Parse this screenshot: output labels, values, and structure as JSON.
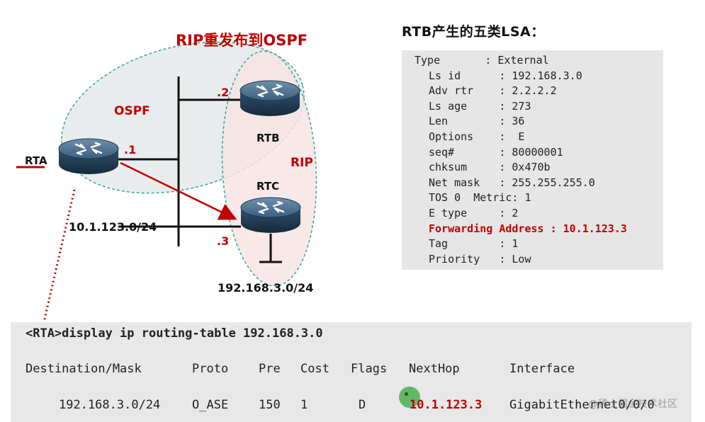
{
  "diagram": {
    "title": "RIP重发布到OSPF",
    "ospf_label": "OSPF",
    "rip_label": "RIP",
    "routers": {
      "rta": "RTA",
      "rtb": "RTB",
      "rtc": "RTC"
    },
    "interfaces": {
      "rta": ".1",
      "rtb": ".2",
      "rtc": ".3"
    },
    "networks": {
      "shared": "10.1.123.0/24",
      "rip_network": "192.168.3.0/24"
    },
    "colors": {
      "accent_red": "#c00000",
      "ospf_area_fill": "#e9ecec",
      "rip_area_fill": "#f7e4e4",
      "area_border": "#3aa69a",
      "router_body": "#2c4f6b"
    }
  },
  "lsa": {
    "title": "RTB产生的五类LSA：",
    "rows": [
      {
        "text": "Type       : External",
        "indent": false,
        "highlight": false
      },
      {
        "text": "Ls id      : 192.168.3.0",
        "indent": true,
        "highlight": false
      },
      {
        "text": "Adv rtr    : 2.2.2.2",
        "indent": true,
        "highlight": false
      },
      {
        "text": "Ls age     : 273",
        "indent": true,
        "highlight": false
      },
      {
        "text": "Len        : 36",
        "indent": true,
        "highlight": false
      },
      {
        "text": "Options    :  E",
        "indent": true,
        "highlight": false
      },
      {
        "text": "seq#       : 80000001",
        "indent": true,
        "highlight": false
      },
      {
        "text": "chksum     : 0x470b",
        "indent": true,
        "highlight": false
      },
      {
        "text": "Net mask   : 255.255.255.0",
        "indent": true,
        "highlight": false
      },
      {
        "text": "TOS 0  Metric: 1",
        "indent": true,
        "highlight": false
      },
      {
        "text": "E type     : 2",
        "indent": true,
        "highlight": false
      },
      {
        "text": "Forwarding Address : 10.1.123.3",
        "indent": true,
        "highlight": true
      },
      {
        "text": "Tag        : 1",
        "indent": true,
        "highlight": false
      },
      {
        "text": "Priority   : Low",
        "indent": true,
        "highlight": false
      }
    ]
  },
  "cli": {
    "command": "<RTA>display ip routing-table 192.168.3.0",
    "headers": [
      "Destination/Mask",
      "Proto",
      "Pre",
      "Cost",
      "Flags",
      "NextHop",
      "Interface"
    ],
    "row": [
      "192.168.3.0/24",
      "O_ASE",
      "150",
      "1",
      "D",
      "10.1.123.3",
      "GigabitEthernet0/0/0"
    ]
  },
  "watermark": "@稀土掘金技术社区"
}
